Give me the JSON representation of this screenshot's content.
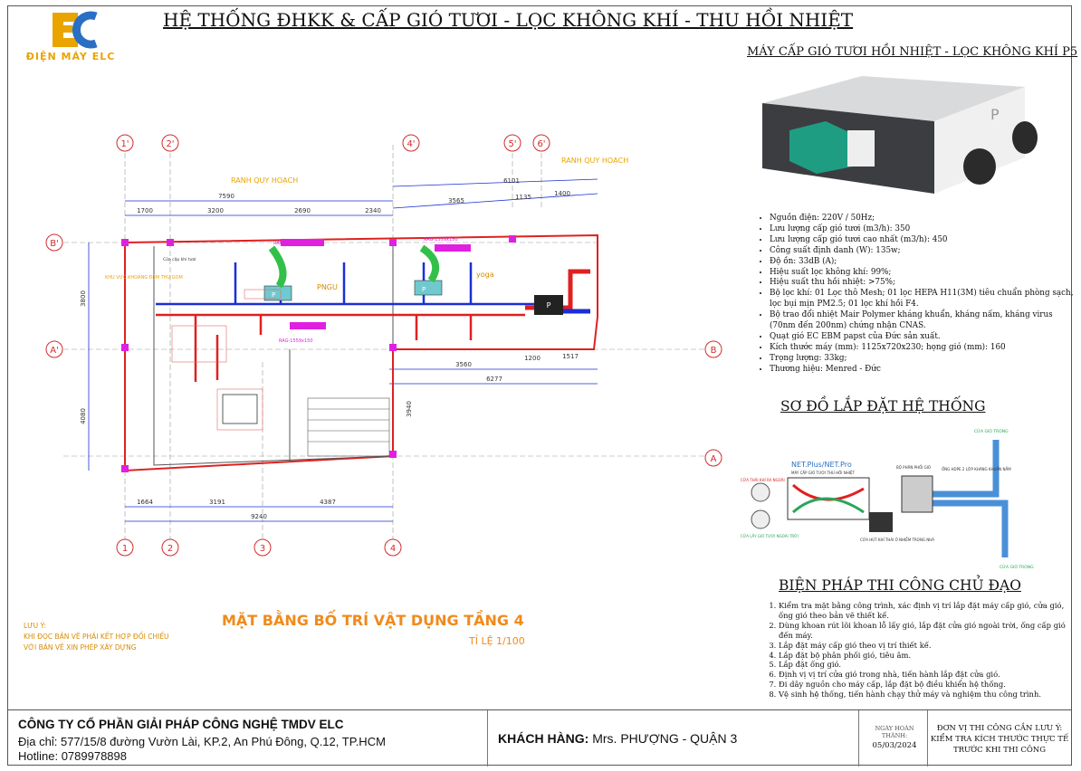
{
  "header": {
    "brand_name": "ĐIỆN MÁY ELC",
    "logo_letters": "EC",
    "main_title": "HỆ THỐNG  ĐHKK & CẤP GIÓ TƯƠI - LỌC KHÔNG KHÍ - THU HỒI NHIỆT",
    "product_title": "MÁY CẤP GIÓ TƯƠI HỒI NHIỆT - LỌC KHÔNG KHÍ P5"
  },
  "plan": {
    "title": "MẶT BẰNG BỐ TRÍ VẬT DỤNG TẦNG 4",
    "scale": "TỈ LỆ 1/100",
    "note_lines": [
      "LƯU Ý:",
      "KHI ĐỌC BẢN VẼ PHẢI KẾT HỢP ĐỐI CHIẾU",
      "VỚI BẢN VẼ XIN PHÉP XÂY DỰNG"
    ],
    "grid_top": [
      "1'",
      "2'",
      "4'",
      "5'",
      "6'"
    ],
    "grid_bottom": [
      "1",
      "2",
      "3",
      "4"
    ],
    "grid_left": [
      "B'",
      "A'"
    ],
    "grid_right": [
      "B",
      "A"
    ],
    "dims_top": [
      "7590",
      "6101",
      "1700",
      "3200",
      "2690",
      "2340",
      "3565",
      "1135",
      "1400"
    ],
    "dims_bottom": [
      "1664",
      "3191",
      "4387",
      "9240"
    ],
    "dims_right": [
      "3560",
      "1200",
      "1517",
      "6277"
    ],
    "dims_left": [
      "3800",
      "4080"
    ],
    "dim_mid": "3940",
    "labels": {
      "ranh_1": "RANH QUY HOẠCH",
      "ranh_2": "RANH QUY HOẠCH",
      "room_1": "PNGU",
      "room_2": "yoga",
      "unit_1": "P",
      "unit_2": "P",
      "rag_1": "RAG-1559x150",
      "rag_2": "RAG-1559x150",
      "rag_3": "RAG-1559x150",
      "grille": "Cửa cấp khí tươi",
      "left_note": "KHU VỰC KHOẢNG ĐỆM THU GOM"
    }
  },
  "product": {
    "label": "P",
    "specs": [
      "Nguồn điện: 220V / 50Hz;",
      "Lưu lượng cấp gió tươi (m3/h): 350",
      "Lưu lượng cấp gió tươi cao nhất  (m3/h): 450",
      "Công suất định danh (W): 135w;",
      "Độ ồn: 33dB (A);",
      "Hiệu suất lọc không khí: 99%;",
      "Hiệu suất thu hồi nhiệt: >75%;",
      "Bộ lọc khí: 01 Lọc thô Mesh; 01 lọc HEPA H11(3M) tiêu chuẩn phòng sạch, lọc bụi mịn PM2.5; 01 lọc khí hồi F4.",
      "Bộ trao đổi nhiệt Mair Polymer kháng khuẩn, kháng nấm, kháng virus (70nm đến 200nm) chứng nhận CNAS.",
      "Quạt gió EC EBM papst của Đức sản xuất.",
      "Kích thước máy (mm): 1125x720x230; họng gió (mm): 160",
      "Trọng lượng: 33kg;",
      "Thương hiệu: Menred - Đức"
    ]
  },
  "install": {
    "title": "SƠ ĐỒ LẮP ĐẶT HỆ THỐNG",
    "net_label": "NET.Plus/NET.Pro",
    "unit_desc": "MÁY CẤP GIÓ TƯƠI THU HỒI NHIỆT",
    "distributor": "BỘ PHÂN PHỐI GIÓ",
    "pipe_label": "ỐNG HDPE 2 LỚP KHÁNG KHUẨN NẤM",
    "supply_out": "CỬA GIÓ TRONG",
    "supply_out_2": "CỬA GIÓ TRONG",
    "exhaust_out": "CỬA THẢI KHÍ RA NGOÀI",
    "fresh_in": "CỬA LẤY GIÓ TƯƠI NGOÀI TRỜI",
    "return_in": "CỬA HÚT KHÍ THẢI Ô NHIỄM TRONG NHÀ"
  },
  "method": {
    "title": "BIỆN PHÁP THI CÔNG CHỦ ĐẠO",
    "steps": [
      "Kiểm tra mặt bằng công trình, xác định vị trí lắp đặt máy cấp gió, cửa gió, ống gió theo bản vẽ thiết kế.",
      "Dùng khoan rút lõi khoan lỗ lấy gió, lắp đặt cửa gió ngoài trời, ống cấp gió đến máy.",
      "Lắp đặt máy cấp gió theo vị trí thiết kế.",
      "Lắp đặt bộ phân phối gió, tiêu âm.",
      "Lắp đặt ống gió.",
      "Định vị vị trí cửa gió trong nhà, tiến hành lắp đặt cửa gió.",
      "Đi dây nguồn cho máy cấp, lắp đặt bộ điều khiển hệ thống.",
      "Vệ sinh hệ thống, tiến hành chạy thử máy và nghiệm thu công trình."
    ]
  },
  "footer": {
    "company": "CÔNG TY CỔ PHẦN GIẢI PHÁP CÔNG NGHỆ TMDV ELC",
    "address": "Địa chỉ: 577/15/8 đường Vườn Lài, KP.2, An Phú Đông, Q.12, TP.HCM",
    "hotline": "Hotline: 0789978898",
    "customer_label": "KHÁCH HÀNG:",
    "customer_value": " Mrs. PHƯỢNG - QUẬN 3",
    "date_label": "NGÀY HOÀN THÀNH:",
    "date_value": "05/03/2024",
    "warning": "ĐƠN VỊ THI CÔNG CẦN LƯU Ý: KIỂM TRA KÍCH THƯỚC THỰC TẾ TRƯỚC KHI THI CÔNG"
  },
  "colors": {
    "accent_orange": "#f08a1c",
    "logo_gold": "#e9a400",
    "logo_blue": "#2a6fc4",
    "grid_red": "#d22a2a",
    "duct_blue": "#1a2fd6",
    "duct_red": "#e02020",
    "duct_green": "#33c04a",
    "magenta": "#e020e0"
  }
}
